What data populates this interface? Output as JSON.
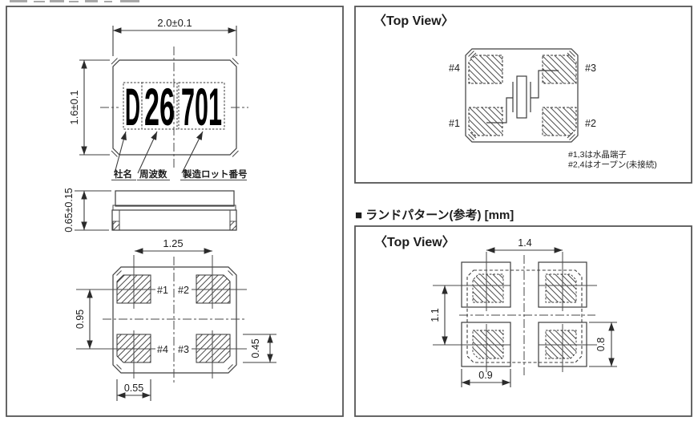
{
  "outline_panel": {
    "dim_width": "2.0±0.1",
    "dim_height": "1.6±0.1",
    "dim_thickness": "0.65±0.15",
    "dim_pad_pitch_x": "1.25",
    "dim_pad_pitch_y": "0.95",
    "dim_pad_height": "0.45",
    "dim_pad_width": "0.55",
    "marking": {
      "company": "D",
      "frequency": "26",
      "lot": "701"
    },
    "marking_labels": {
      "company": "社名",
      "frequency": "周波数",
      "lot": "製造ロット番号"
    },
    "pads": {
      "p1": "#1",
      "p2": "#2",
      "p3": "#3",
      "p4": "#4"
    }
  },
  "top_view_panel": {
    "title": "〈Top View〉",
    "pads": {
      "p1": "#1",
      "p2": "#2",
      "p3": "#3",
      "p4": "#4"
    },
    "note_line1": "#1,3は水晶端子",
    "note_line2": "#2,4はオープン(未接続)"
  },
  "land_panel": {
    "header": "■ ランドパターン(参考) [mm]",
    "title": "〈Top View〉",
    "dim_pitch_x": "1.4",
    "dim_pitch_y": "1.1",
    "dim_land_width": "0.9",
    "dim_land_height": "0.8"
  }
}
